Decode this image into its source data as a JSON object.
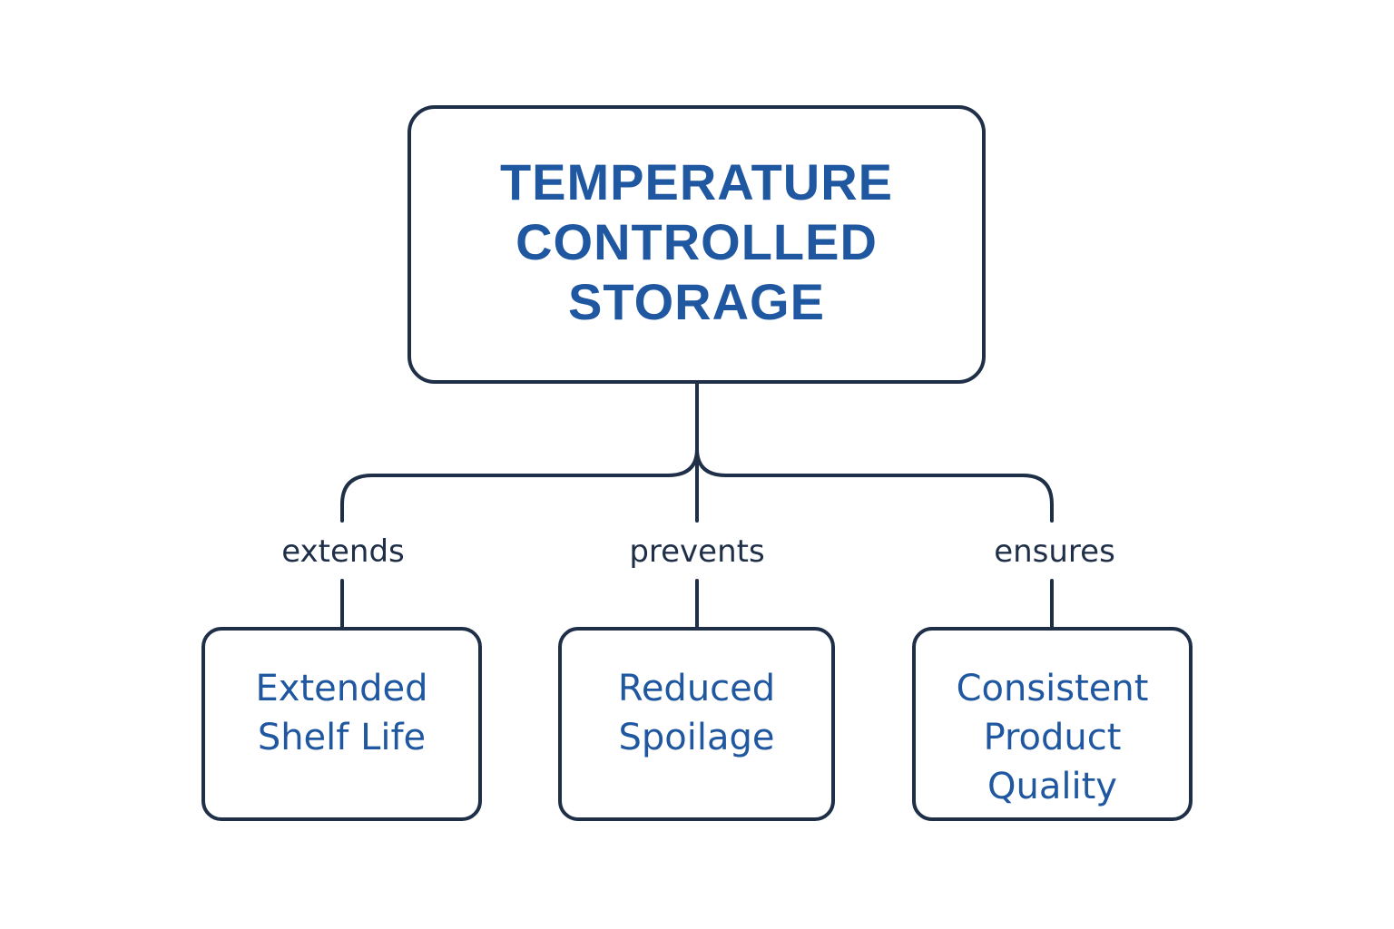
{
  "diagram": {
    "root": {
      "title": "TEMPERATURE\nCONTROLLED\nSTORAGE"
    },
    "branches": [
      {
        "edge_label": "extends",
        "node_label": "Extended\nShelf Life"
      },
      {
        "edge_label": "prevents",
        "node_label": "Reduced\nSpoilage"
      },
      {
        "edge_label": "ensures",
        "node_label": "Consistent\nProduct\nQuality"
      }
    ],
    "colors": {
      "stroke": "#1e2f47",
      "node_text": "#1f57a0",
      "edge_text": "#1e2f47",
      "background": "#ffffff"
    }
  }
}
